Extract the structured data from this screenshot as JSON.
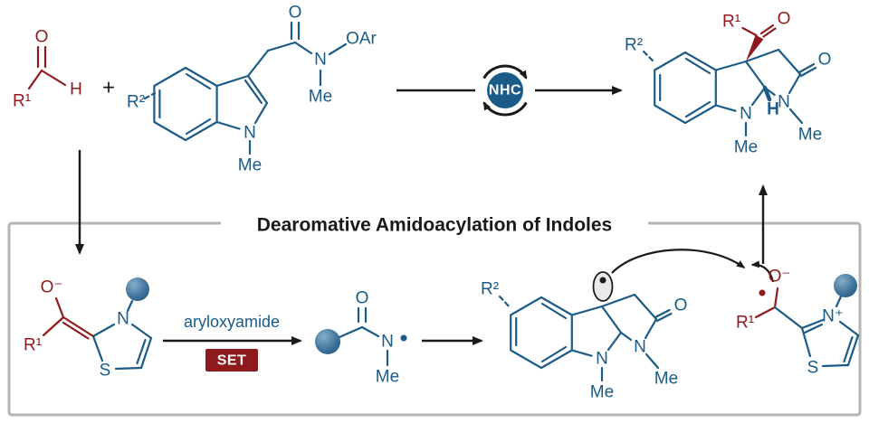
{
  "colors": {
    "blue": "#1a5b87",
    "red": "#8f1a1d",
    "black": "#1a1a1a",
    "border_gray": "#b4b4b4",
    "sphere_light": "#86aeca",
    "sphere_mid": "#47799f",
    "sphere_dark": "#20567e",
    "lobe_fill": "#eaeaea"
  },
  "scheme": {
    "title": "Dearomative Amidoacylation of Indoles",
    "plus": "+",
    "nhc_badge": "NHC",
    "set_label": "SET",
    "arrow_label": "aryloxyamide"
  },
  "aldehyde": {
    "o": "O",
    "r1": "R¹",
    "h": "H"
  },
  "indole_substrate": {
    "r2": "R²",
    "amide_o": "O",
    "amide_n": "N",
    "oar": "OAr",
    "amide_me": "Me",
    "ring_n": "N",
    "ring_me": "Me"
  },
  "product": {
    "r2": "R²",
    "r1": "R¹",
    "acyl_o": "O",
    "lactam_o": "O",
    "lactam_n": "N",
    "lactam_me": "Me",
    "ring_n": "N",
    "ring_me": "Me",
    "h": "H"
  },
  "breslow": {
    "o_minus": "O⁻",
    "r1": "R¹",
    "n": "N",
    "s": "S"
  },
  "amidyl_radical": {
    "o": "O",
    "n": "N",
    "me": "Me"
  },
  "radical_adduct": {
    "r2": "R²",
    "lactam_o": "O",
    "lactam_n": "N",
    "lactam_me": "Me",
    "ring_n": "N",
    "ring_me": "Me"
  },
  "azolium": {
    "o_minus": "O⁻",
    "r1": "R¹",
    "n_plus": "N⁺",
    "s": "S"
  }
}
